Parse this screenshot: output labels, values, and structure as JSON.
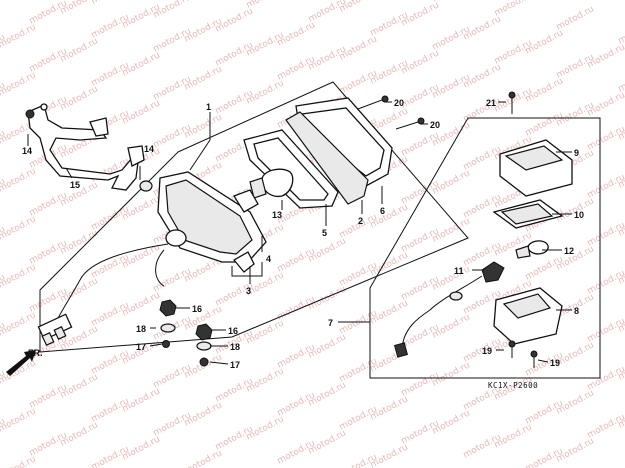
{
  "watermark": {
    "text": "motod.ru"
  },
  "diagram_code": "KC1X-P2600",
  "direction_label": "FR.",
  "callouts": {
    "c1": "1",
    "c2": "2",
    "c3": "3",
    "c4": "4",
    "c5": "5",
    "c6": "6",
    "c7": "7",
    "c8": "8",
    "c9": "9",
    "c10": "10",
    "c11": "11",
    "c12": "12",
    "c13": "13",
    "c14a": "14",
    "c14b": "14",
    "c15": "15",
    "c16a": "16",
    "c16b": "16",
    "c17a": "17",
    "c17b": "17",
    "c18a": "18",
    "c18b": "18",
    "c19a": "19",
    "c19b": "19",
    "c20a": "20",
    "c20b": "20",
    "c21": "21"
  }
}
